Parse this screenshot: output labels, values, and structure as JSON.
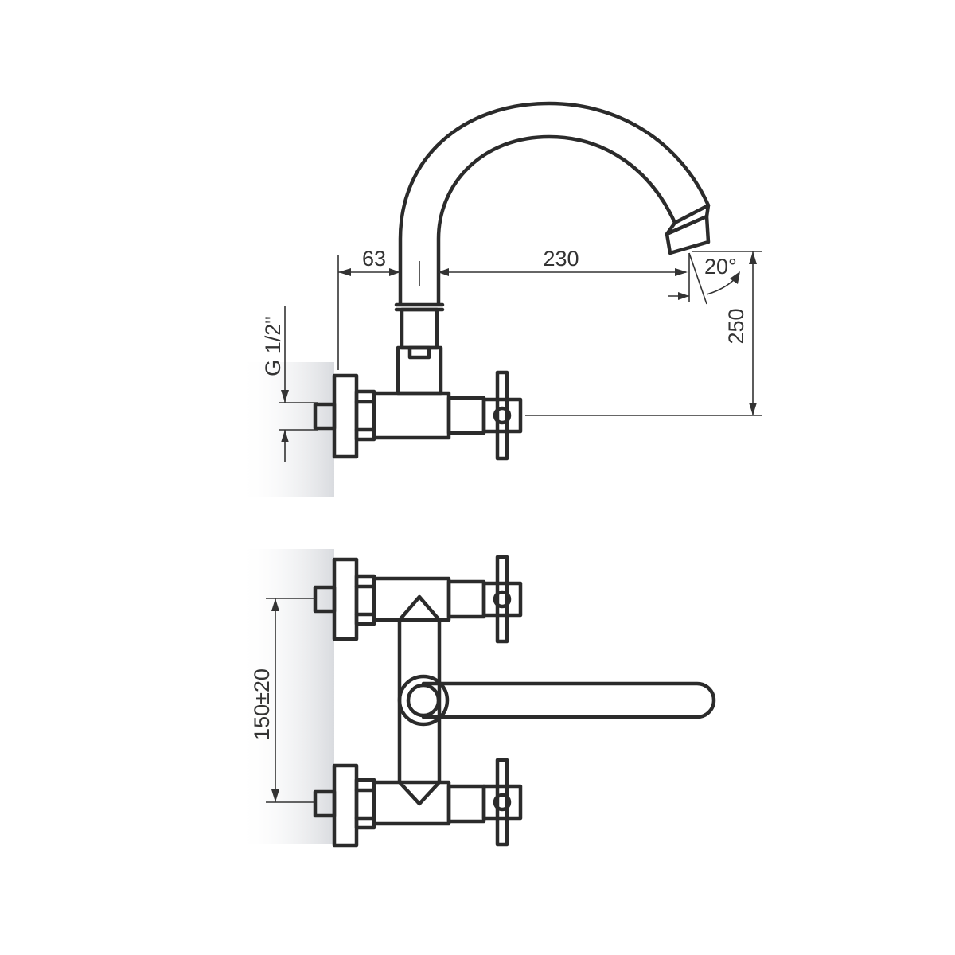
{
  "dimensions": {
    "wall_offset": "63",
    "spout_reach": "230",
    "spout_angle": "20°",
    "spout_height": "250",
    "thread_size": "G 1/2\"",
    "inlet_spacing": "150±20"
  },
  "colors": {
    "line": "#2b2b2b",
    "wall_shadow": "#d9dbdf",
    "background": "#ffffff"
  }
}
